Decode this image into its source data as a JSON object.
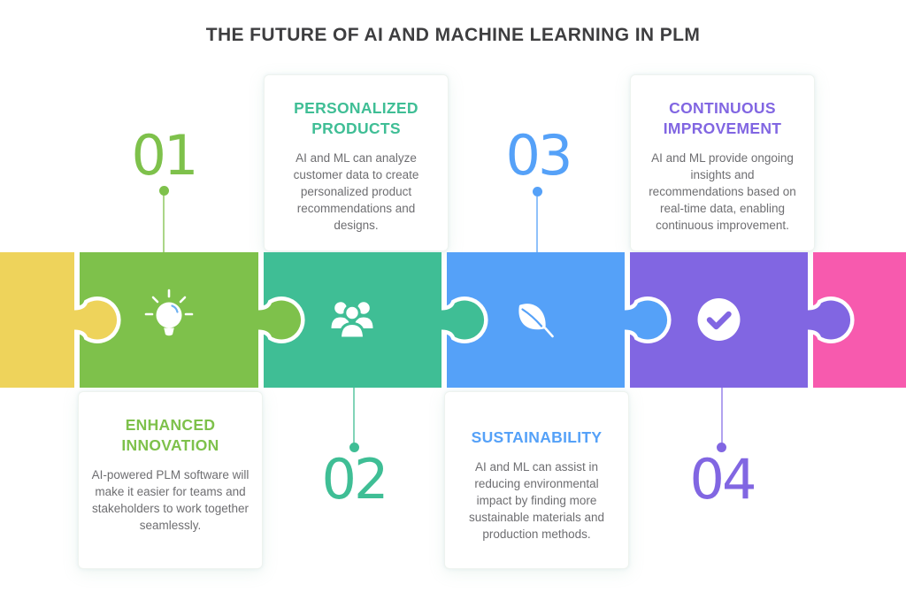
{
  "title": "THE FUTURE OF AI AND MACHINE LEARNING IN PLM",
  "colors": {
    "yellow": "#eed35b",
    "green": "#7ec14b",
    "teal": "#3fbe95",
    "blue": "#55a1f8",
    "purple": "#8166e2",
    "pink": "#f75aae",
    "green-line": "#abd688",
    "teal-line": "#82d4b8",
    "blue-line": "#90c1fa",
    "purple-line": "#b1a2ef",
    "sparkle-blue": "#6fb1f2",
    "title-text": "#3e3e40",
    "body-text": "#6e6e71",
    "card-border": "#eef3ef"
  },
  "steps": [
    {
      "number": "01",
      "label": "ENHANCED INNOVATION",
      "description": "AI-powered PLM software will make it easier for teams and stakeholders to work together seamlessly.",
      "icon": "lightbulb-icon"
    },
    {
      "number": "02",
      "label": "PERSONALIZED PRODUCTS",
      "description": "AI and ML can analyze customer data to create personalized product recommendations and designs.",
      "icon": "people-icon"
    },
    {
      "number": "03",
      "label": "SUSTAINABILITY",
      "description": "AI and ML can assist in reducing environmental impact by finding more sustainable materials and production methods.",
      "icon": "leaf-icon"
    },
    {
      "number": "04",
      "label": "CONTINUOUS IMPROVEMENT",
      "description": "AI and ML provide ongoing insights and recommendations based on real-time data, enabling continuous improvement.",
      "icon": "check-icon"
    }
  ]
}
